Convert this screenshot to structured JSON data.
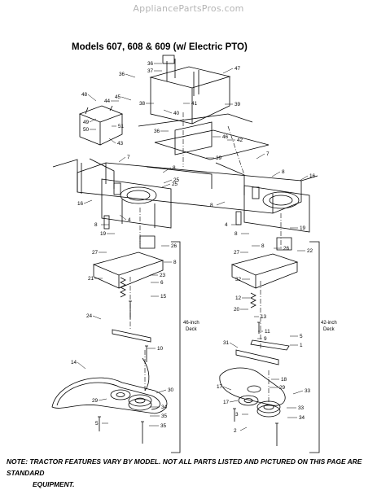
{
  "watermark": "AppliancePartsPros.com",
  "title": "Models 607, 608 & 609 (w/ Electric PTO)",
  "deck_left": {
    "line1": "46-inch",
    "line2": "Deck"
  },
  "deck_right": {
    "line1": "42-inch",
    "line2": "Deck"
  },
  "callouts": [
    "36",
    "37",
    "47",
    "36",
    "45",
    "38",
    "48",
    "44",
    "39",
    "41",
    "49",
    "50",
    "51",
    "40",
    "36",
    "43",
    "46",
    "42",
    "7",
    "39",
    "8",
    "7",
    "25",
    "8",
    "25",
    "16",
    "16",
    "8",
    "4",
    "8",
    "19",
    "4",
    "26",
    "19",
    "8",
    "8",
    "26",
    "27",
    "22",
    "27",
    "8",
    "23",
    "6",
    "32",
    "21",
    "15",
    "12",
    "20",
    "24",
    "10",
    "13",
    "11",
    "9",
    "5",
    "1",
    "31",
    "14",
    "18",
    "29",
    "30",
    "17",
    "29",
    "33",
    "17",
    "34",
    "5",
    "2",
    "33",
    "35",
    "3",
    "34",
    "35"
  ],
  "note_line1": "NOTE: TRACTOR FEATURES VARY BY MODEL. NOT ALL PARTS LISTED AND PICTURED ON THIS PAGE ARE STANDARD",
  "note_line2": "EQUIPMENT."
}
